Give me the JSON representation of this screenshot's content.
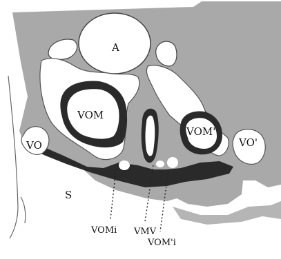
{
  "figure": {
    "labels": {
      "A": "A",
      "VOM": "VOM",
      "VOM_prime": "VOM'",
      "VO": "VO",
      "VO_prime": "VO'",
      "S": "S",
      "VOMi": "VOMi",
      "VMV": "VMV",
      "VOM_prime_i": "VOM'i"
    },
    "colors": {
      "tissue": "#a9a9a9",
      "epithelium": "#2a2a2a",
      "background": "#ffffff",
      "ink": "#111111"
    }
  }
}
